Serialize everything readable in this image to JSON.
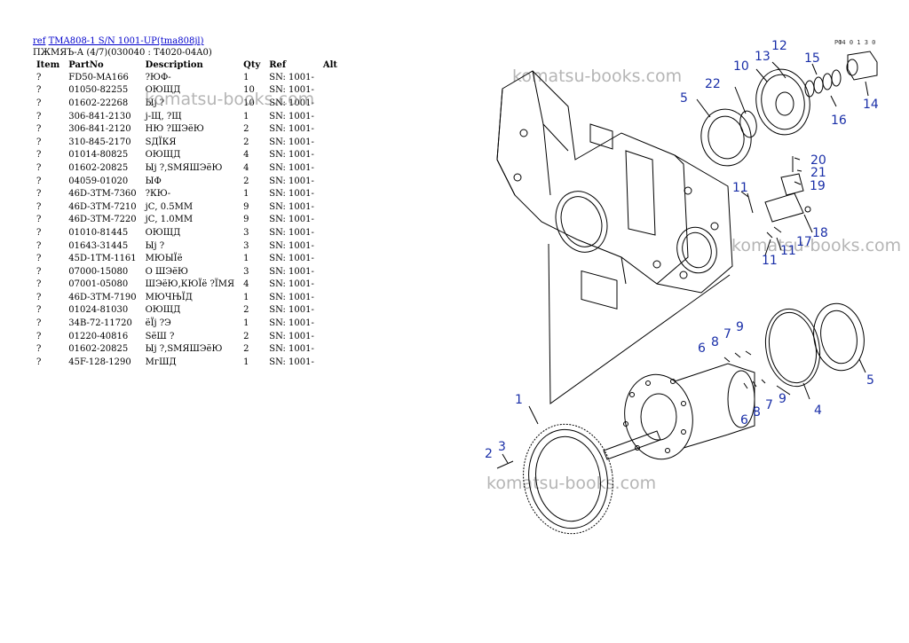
{
  "header": {
    "ref_label": "ref",
    "model_link": "TMA808-1 S/N 1001-UP(tma808jl)",
    "subtitle": "ПЖМЯЪ-А (4/7)(030040 : T4020-04A0)"
  },
  "table": {
    "columns": [
      "Item",
      "PartNo",
      "Description",
      "Qty",
      "Ref",
      "Alt"
    ],
    "rows": [
      {
        "item": "?",
        "part": "FD50-MA166",
        "desc": "?ЮФ-",
        "qty": "1",
        "ref": "SN: 1001-"
      },
      {
        "item": "?",
        "part": "01050-82255",
        "desc": "ОЮЩД",
        "qty": "10",
        "ref": "SN: 1001-"
      },
      {
        "item": "?",
        "part": "01602-22268",
        "desc": "Ыј ?",
        "qty": "10",
        "ref": "SN: 1001-"
      },
      {
        "item": "?",
        "part": "306-841-2130",
        "desc": "ј-Щ, ?Щ",
        "qty": "1",
        "ref": "SN: 1001-"
      },
      {
        "item": "?",
        "part": "306-841-2120",
        "desc": "НЮ ?ШЭёЮ",
        "qty": "2",
        "ref": "SN: 1001-"
      },
      {
        "item": "?",
        "part": "310-845-2170",
        "desc": "SДЇКЯ",
        "qty": "2",
        "ref": "SN: 1001-"
      },
      {
        "item": "?",
        "part": "01014-80825",
        "desc": "ОЮЩД",
        "qty": "4",
        "ref": "SN: 1001-"
      },
      {
        "item": "?",
        "part": "01602-20825",
        "desc": "Ыј ?,SМЯШЭёЮ",
        "qty": "4",
        "ref": "SN: 1001-"
      },
      {
        "item": "?",
        "part": "04059-01020",
        "desc": "ЫФ",
        "qty": "2",
        "ref": "SN: 1001-"
      },
      {
        "item": "?",
        "part": "46D-3TM-7360",
        "desc": "?КЮ-",
        "qty": "1",
        "ref": "SN: 1001-"
      },
      {
        "item": "?",
        "part": "46D-3TM-7210",
        "desc": "јС, 0.5ММ",
        "qty": "9",
        "ref": "SN: 1001-"
      },
      {
        "item": "?",
        "part": "46D-3TM-7220",
        "desc": "јС, 1.0ММ",
        "qty": "9",
        "ref": "SN: 1001-"
      },
      {
        "item": "?",
        "part": "01010-81445",
        "desc": "ОЮЩД",
        "qty": "3",
        "ref": "SN: 1001-"
      },
      {
        "item": "?",
        "part": "01643-31445",
        "desc": "Ыј ?",
        "qty": "3",
        "ref": "SN: 1001-"
      },
      {
        "item": "?",
        "part": "45D-1TM-1161",
        "desc": "МЮЫЇё",
        "qty": "1",
        "ref": "SN: 1001-"
      },
      {
        "item": "?",
        "part": "07000-15080",
        "desc": "О ШЭёЮ",
        "qty": "3",
        "ref": "SN: 1001-"
      },
      {
        "item": "?",
        "part": "07001-05080",
        "desc": "ШЭёЮ,КЮЇё ?ЇМЯ",
        "qty": "4",
        "ref": "SN: 1001-"
      },
      {
        "item": "?",
        "part": "46D-3TM-7190",
        "desc": "МЮЧЊЇД",
        "qty": "1",
        "ref": "SN: 1001-"
      },
      {
        "item": "?",
        "part": "01024-81030",
        "desc": "ОЮЩД",
        "qty": "2",
        "ref": "SN: 1001-"
      },
      {
        "item": "?",
        "part": "34B-72-11720",
        "desc": "ёЇј ?Э",
        "qty": "1",
        "ref": "SN: 1001-"
      },
      {
        "item": "?",
        "part": "01220-40816",
        "desc": "SёШ ?",
        "qty": "2",
        "ref": "SN: 1001-"
      },
      {
        "item": "?",
        "part": "01602-20825",
        "desc": "Ыј ?,SМЯШЭёЮ",
        "qty": "2",
        "ref": "SN: 1001-"
      },
      {
        "item": "?",
        "part": "45F-128-1290",
        "desc": "МгШД",
        "qty": "1",
        "ref": "SN: 1001-"
      }
    ]
  },
  "diagram": {
    "code": "PФ4 0 1 3 0",
    "callouts": {
      "n1": "1",
      "n2": "2",
      "n3": "3",
      "n4": "4",
      "n5a": "5",
      "n5b": "5",
      "n6a": "6",
      "n6b": "6",
      "n7a": "7",
      "n7b": "7",
      "n8a": "8",
      "n8b": "8",
      "n9a": "9",
      "n9b": "9",
      "n10": "10",
      "n11a": "11",
      "n11b": "11",
      "n11c": "11",
      "n12": "12",
      "n13": "13",
      "n14": "14",
      "n15": "15",
      "n16": "16",
      "n17": "17",
      "n18": "18",
      "n19": "19",
      "n20": "20",
      "n21": "21",
      "n22": "22"
    }
  },
  "watermarks": [
    "komatsu-books.com",
    "komatsu-books.com",
    "komatsu-books.com",
    "komatsu-books.com"
  ],
  "colors": {
    "link": "#0000cc",
    "callout": "#1a2fa8"
  }
}
